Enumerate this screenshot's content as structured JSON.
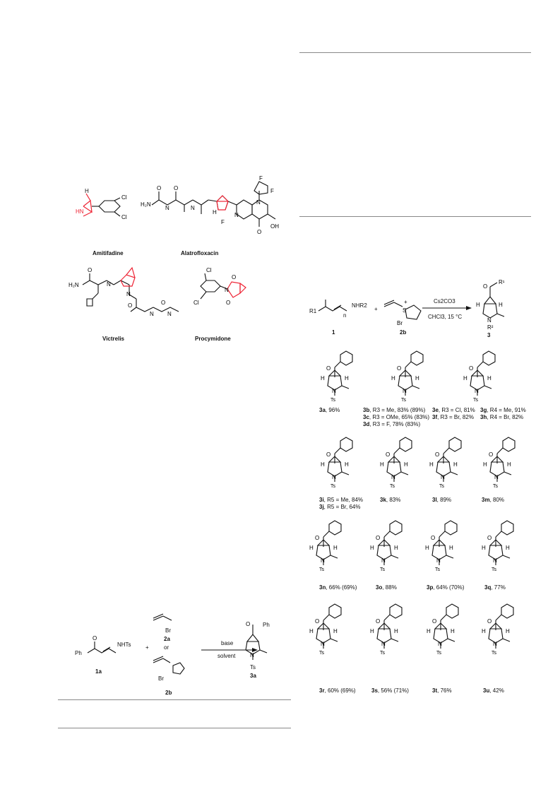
{
  "drugs": {
    "amitifadine": "Amitifadine",
    "alatrofloxacin": "Alatrofloxacin",
    "victrelis": "Victrelis",
    "procymidone": "Procymidone"
  },
  "scheme_top": {
    "substrate_label": "1",
    "reagent_label": "2b",
    "product_label": "3",
    "conditions_above": "Cs2CO3",
    "conditions_below": "CHCl3, 15 °C",
    "plus": "+",
    "substrate_group": "NHR2",
    "substrate_r": "R1",
    "n_label": "n"
  },
  "products": [
    {
      "lines": [
        [
          "3a",
          ", 96%"
        ]
      ]
    },
    {
      "lines": [
        [
          "3b",
          ", R3 = Me, 83% (89%)"
        ],
        [
          "3c",
          ", R3 = OMe, 65% (83%)"
        ],
        [
          "3d",
          ", R3 = F, 78% (83%)"
        ]
      ]
    },
    {
      "lines": [
        [
          "3e",
          ", R3 = Cl, 81%"
        ],
        [
          "3f",
          ", R3 = Br, 82%"
        ]
      ]
    },
    {
      "lines": [
        [
          "3g",
          ", R4 = Me, 91%"
        ],
        [
          "3h",
          ", R4 = Br, 82%"
        ]
      ]
    },
    {
      "lines": [
        [
          "3i",
          ", R5 = Me, 84%"
        ],
        [
          "3j",
          ", R5 = Br, 64%"
        ]
      ]
    },
    {
      "lines": [
        [
          "3k",
          ", 83%"
        ]
      ]
    },
    {
      "lines": [
        [
          "3l",
          ", 89%"
        ]
      ]
    },
    {
      "lines": [
        [
          "3m",
          ", 80%"
        ]
      ]
    },
    {
      "lines": [
        [
          "3n",
          ", 66% (69%)"
        ]
      ]
    },
    {
      "lines": [
        [
          "3o",
          ", 88%"
        ]
      ]
    },
    {
      "lines": [
        [
          "3p",
          ", 64% (70%)"
        ]
      ]
    },
    {
      "lines": [
        [
          "3q",
          ", 77%"
        ]
      ]
    },
    {
      "lines": [
        [
          "3r",
          ", 60% (69%)"
        ]
      ]
    },
    {
      "lines": [
        [
          "3s",
          ", 56% (71%)"
        ]
      ]
    },
    {
      "lines": [
        [
          "3t",
          ", 76%"
        ]
      ]
    },
    {
      "lines": [
        [
          "3u",
          ", 42%"
        ]
      ]
    }
  ],
  "scheme_bottom": {
    "substrate_label": "1a",
    "reagent_a": "2a",
    "or": "or",
    "reagent_b": "2b",
    "product_label": "3a",
    "conditions_above": "base",
    "conditions_below": "solvent",
    "plus": "+",
    "ph": "Ph",
    "nhts": "NHTs",
    "ts": "Ts",
    "br": "Br"
  }
}
